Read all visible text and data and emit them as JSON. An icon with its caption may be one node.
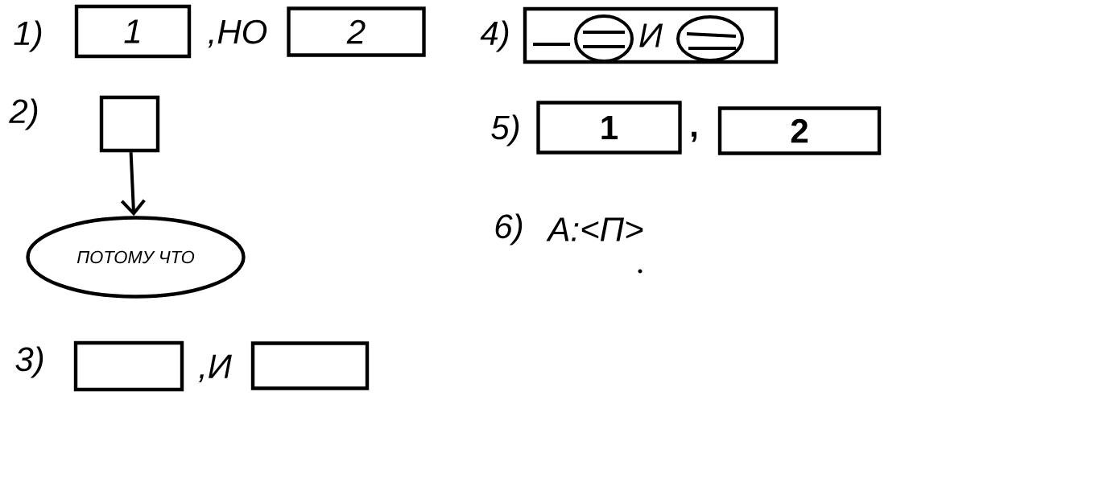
{
  "diagram": {
    "nodes": [
      {
        "text": [
          "1"
        ]
      },
      {
        "text": [
          "2"
        ]
      },
      {
        "text": [],
        "shape": "box"
      },
      {
        "text": [
          "ПОТОМУ ЧТО"
        ]
      },
      {
        "text": [],
        "shape": "box"
      },
      {
        "text": [],
        "shape": "box"
      },
      {
        "text": [
          "И"
        ]
      },
      {
        "text": [
          "1"
        ]
      },
      {
        "text": [
          "2"
        ]
      }
    ],
    "edges": [
      {
        "from": 2,
        "to": 3,
        "arrow": "to"
      }
    ],
    "labels": [
      "1)",
      ",НО",
      "4)",
      "2)",
      "5)",
      ",",
      "6)",
      "А:<П>",
      "3)",
      ",И"
    ]
  }
}
